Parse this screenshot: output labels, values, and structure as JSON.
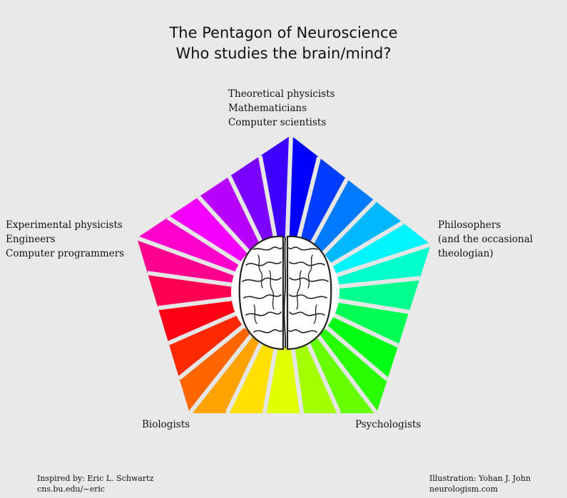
{
  "title": {
    "line1": "The Pentagon of Neuroscience",
    "line2": "Who studies the brain/mind?"
  },
  "labels": {
    "top": [
      "Theoretical physicists",
      "Mathematicians",
      "Computer scientists"
    ],
    "left": [
      "Experimental physicists",
      "Engineers",
      "Computer programmers"
    ],
    "right": [
      "Philosophers",
      "(and the occasional",
      "theologian)"
    ],
    "bottom_left": "Biologists",
    "bottom_right": "Psychologists"
  },
  "credits": {
    "left_line1": "Inspired by: Eric L. Schwartz",
    "left_line2": "cns.bu.edu/~eric",
    "right_line1": "Illustration: Yohan J. John",
    "right_line2": "neurologism.com"
  },
  "colors": {
    "background": "#e9e9e9",
    "separator": "#e6e6e6",
    "brain_fill": "#ffffff",
    "brain_stroke": "#222222"
  },
  "icon": "brain-icon"
}
